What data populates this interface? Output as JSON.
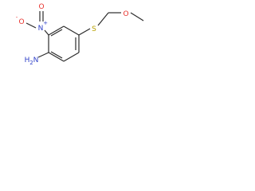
{
  "structure": {
    "atoms": {
      "oxygen_ether": {
        "text": "O",
        "color": "#e8312c"
      },
      "sulfur": {
        "text": "S",
        "color": "#b8a100"
      },
      "nitrogen_nitro": {
        "text": "N",
        "charge": "+",
        "color": "#2f40c8"
      },
      "oxygen_nitro_single": {
        "text": "O",
        "charge": "-",
        "color": "#e8312c"
      },
      "oxygen_nitro_double": {
        "text": "O",
        "color": "#e8312c"
      },
      "amine": {
        "text": "H",
        "sub": "2",
        "main": "N",
        "color": "#2f40c8"
      }
    },
    "bond_color": "#2b2b2b"
  }
}
